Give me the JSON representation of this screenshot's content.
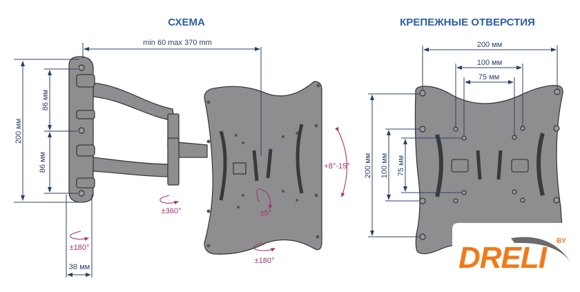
{
  "titles": {
    "scheme": "СХЕМА",
    "holes": "КРЕПЕЖНЫЕ ОТВЕРСТИЯ"
  },
  "scheme": {
    "reach": "min 60 max 370 mm",
    "height_total": "200 мм",
    "height_upper": "86 мм",
    "height_lower": "86 мм",
    "depth": "38 мм",
    "rot_wall": "±180°",
    "rot_arm": "±360°",
    "rot_plate": "±5°",
    "swivel_plate": "±180°",
    "tilt": "+8°-15°"
  },
  "holes": {
    "h200": "200 мм",
    "h100": "100 мм",
    "h75": "75 мм",
    "v200": "200 мм",
    "v100": "100 мм",
    "v75": "75 мм"
  },
  "logo": {
    "text": "DRELI",
    "by": "BY",
    "colors": {
      "orange": "#f07a1a",
      "grey": "#6b6b6b"
    }
  }
}
